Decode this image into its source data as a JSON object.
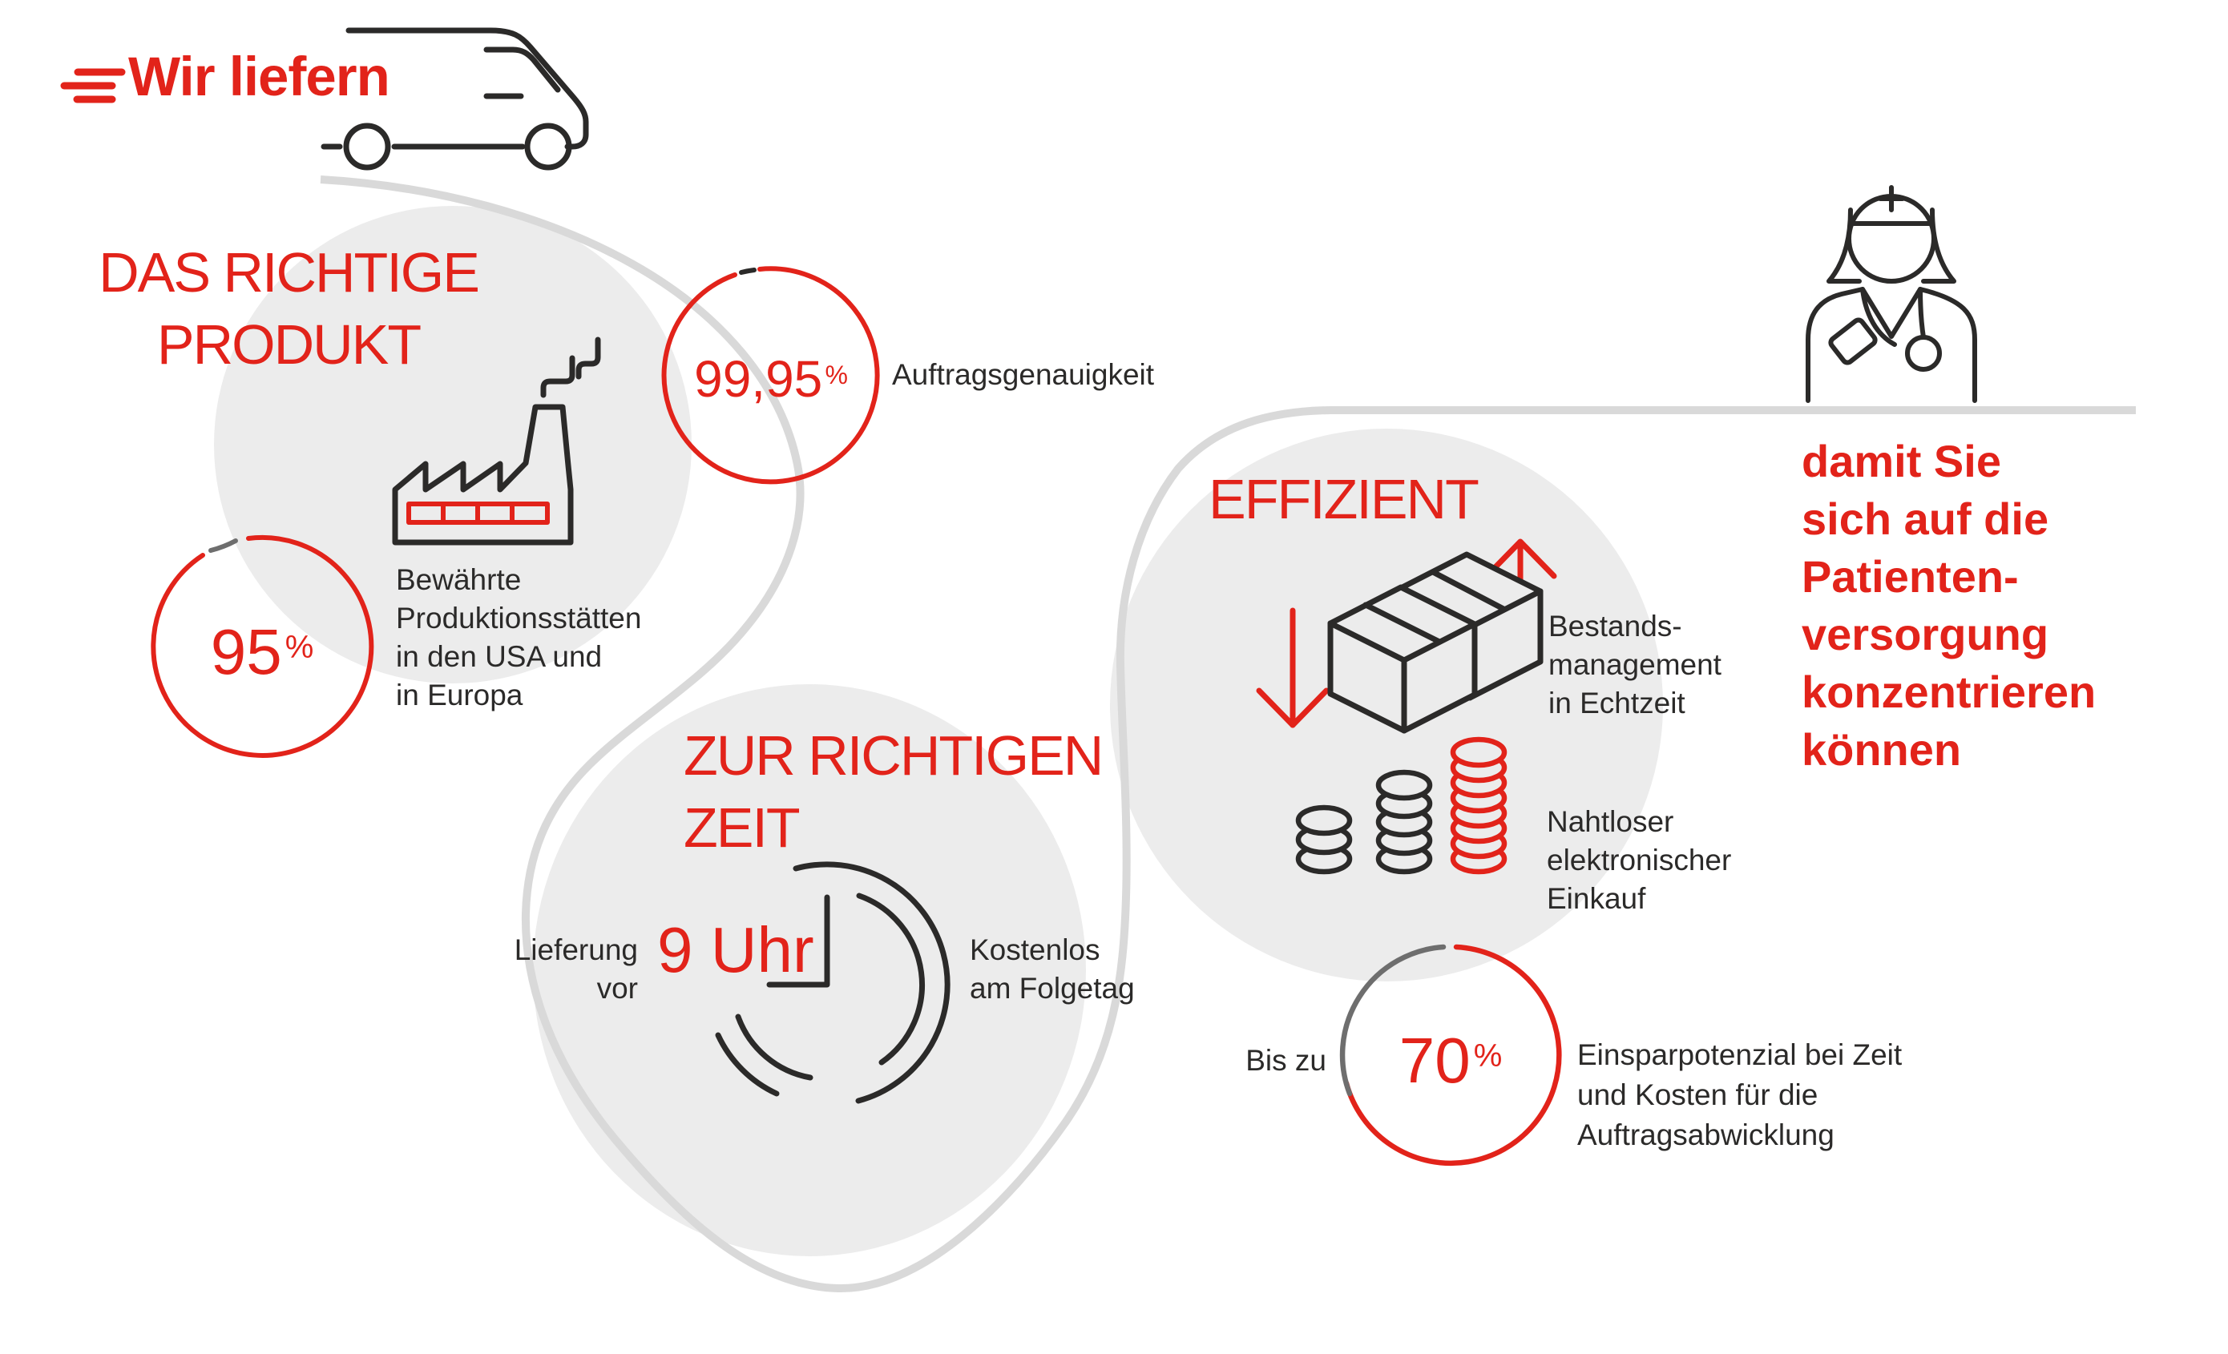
{
  "brand": {
    "title": "Wir liefern"
  },
  "colors": {
    "accent": "#e2231a",
    "ink": "#2b2a29",
    "blob": "#ececec",
    "path_gray": "#d9d9d9",
    "muted_arc": "#6e6e6e"
  },
  "icons": {
    "speed_lines": "speed-lines-icon",
    "van": "delivery-van-icon",
    "factory": "factory-icon",
    "clock": "clock-9-oclock-icon",
    "boxes": "inventory-boxes-icon",
    "arrow_down": "arrow-down-icon",
    "arrow_up": "arrow-up-icon",
    "coins": "coin-stacks-icon",
    "nurse": "nurse-icon"
  },
  "sections": [
    {
      "title_line1": "DAS RICHTIGE",
      "title_line2": "PRODUKT",
      "stat_accuracy": {
        "value": "99,95",
        "unit": "%",
        "label": "Auftragsgenauigkeit"
      },
      "stat_plants": {
        "value": "95",
        "unit": "%",
        "label_line1": "Bewährte",
        "label_line2": "Produktionsstätten",
        "label_line3": "in den USA und",
        "label_line4": "in Europa"
      }
    },
    {
      "title_line1": "ZUR RICHTIGEN",
      "title_line2": "ZEIT",
      "delivery": {
        "prefix_line1": "Lieferung",
        "prefix_line2": "vor",
        "time": "9 Uhr",
        "note_line1": "Kostenlos",
        "note_line2": "am Folgetag"
      }
    },
    {
      "title": "EFFIZIENT",
      "item_inventory": {
        "line1": "Bestands-",
        "line2": "management",
        "line3": "in Echtzeit"
      },
      "item_procurement": {
        "line1": "Nahtloser",
        "line2": "elektronischer",
        "line3": "Einkauf"
      },
      "stat_savings": {
        "prefix": "Bis zu",
        "value": "70",
        "unit": "%",
        "label_line1": "Einsparpotenzial bei Zeit",
        "label_line2": "und Kosten für die",
        "label_line3": "Auftragsabwicklung"
      }
    }
  ],
  "closing": {
    "line1": "damit Sie",
    "line2": "sich auf die",
    "line3": "Patienten-",
    "line4": "versorgung",
    "line5": "konzentrieren",
    "line6": "können"
  }
}
